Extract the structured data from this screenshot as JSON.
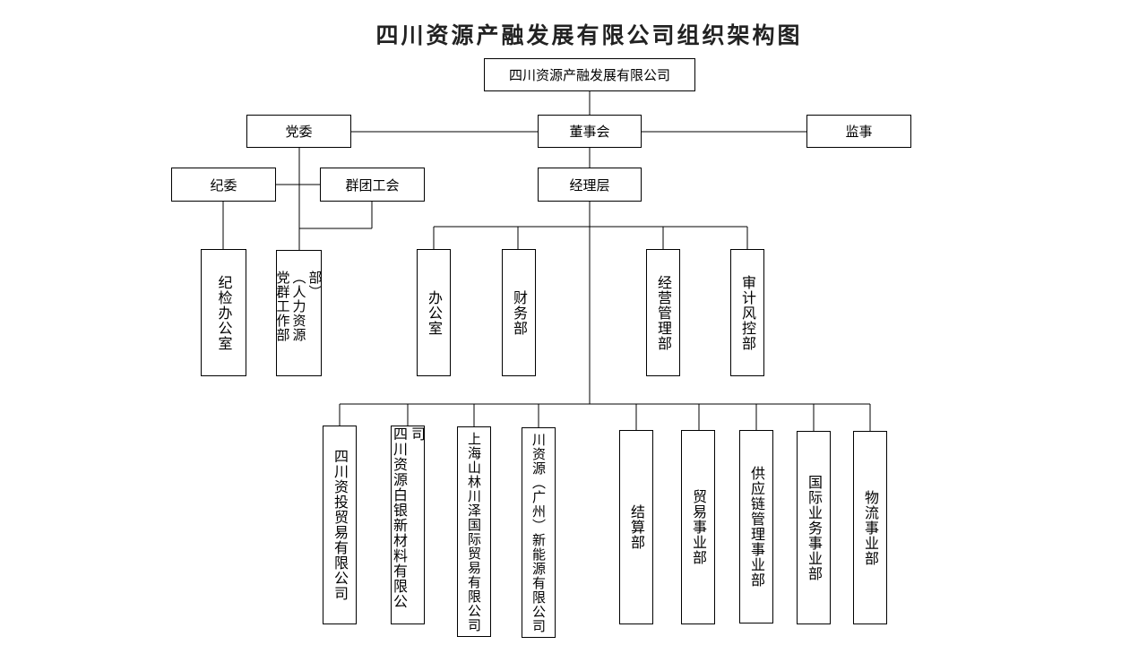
{
  "title": "四川资源产融发展有限公司组织架构图",
  "nodes": {
    "company": "四川资源产融发展有限公司",
    "party_committee": "党委",
    "board": "董事会",
    "supervisor": "监事",
    "discipline_committee": "纪委",
    "mass_org_union": "群团工会",
    "management": "经理层"
  },
  "party_departments": [
    "纪检办公室",
    "党群工作部（人力资源部）"
  ],
  "functional_departments": [
    "办公室",
    "财务部",
    "经营管理部",
    "审计风控部"
  ],
  "subsidiaries_and_divisions": [
    "四川资投贸易有限公司",
    "四川资源白银新材料有限公司",
    "上海山林川泽国际贸易有限公司",
    "川资源（广州）新能源有限公司",
    "结算部",
    "贸易事业部",
    "供应链管理事业部",
    "国际业务事业部",
    "物流事业部"
  ]
}
